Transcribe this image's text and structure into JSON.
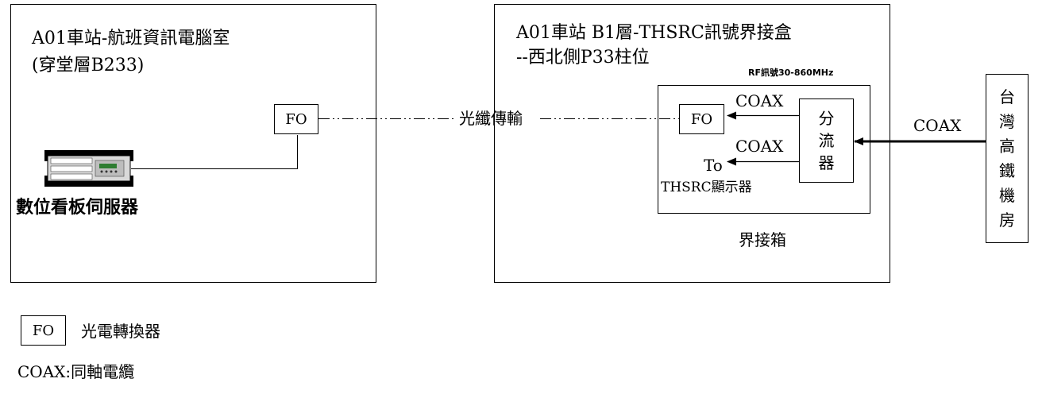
{
  "left_room": {
    "title_line1": "A01車站-航班資訊電腦室",
    "title_line2": "(穿堂層B233)",
    "fo_label": "FO",
    "server_label": "數位看板伺服器"
  },
  "right_room": {
    "title_line1": "A01車站 B1層-THSRC訊號界接盒",
    "title_line2": "--西北側P33柱位",
    "rf_label": "RF訊號30-860MHz",
    "fo_label": "FO",
    "coax_upper": "COAX",
    "coax_lower": "COAX",
    "splitter_label": [
      "分",
      "流",
      "器"
    ],
    "to_label": "To",
    "thsrc_display": "THSRC顯示器",
    "junction_box": "界接箱"
  },
  "fiber_label": "光纖傳輸",
  "external": {
    "coax_label": "COAX",
    "hsr_room": [
      "台",
      "灣",
      "高",
      "鐵",
      "機",
      "房"
    ]
  },
  "legend": {
    "fo_symbol": "FO",
    "fo_desc": "光電轉換器",
    "coax_desc": "COAX:同軸電纜"
  },
  "colors": {
    "line": "#000000",
    "server_body": "#d9d9d9"
  }
}
